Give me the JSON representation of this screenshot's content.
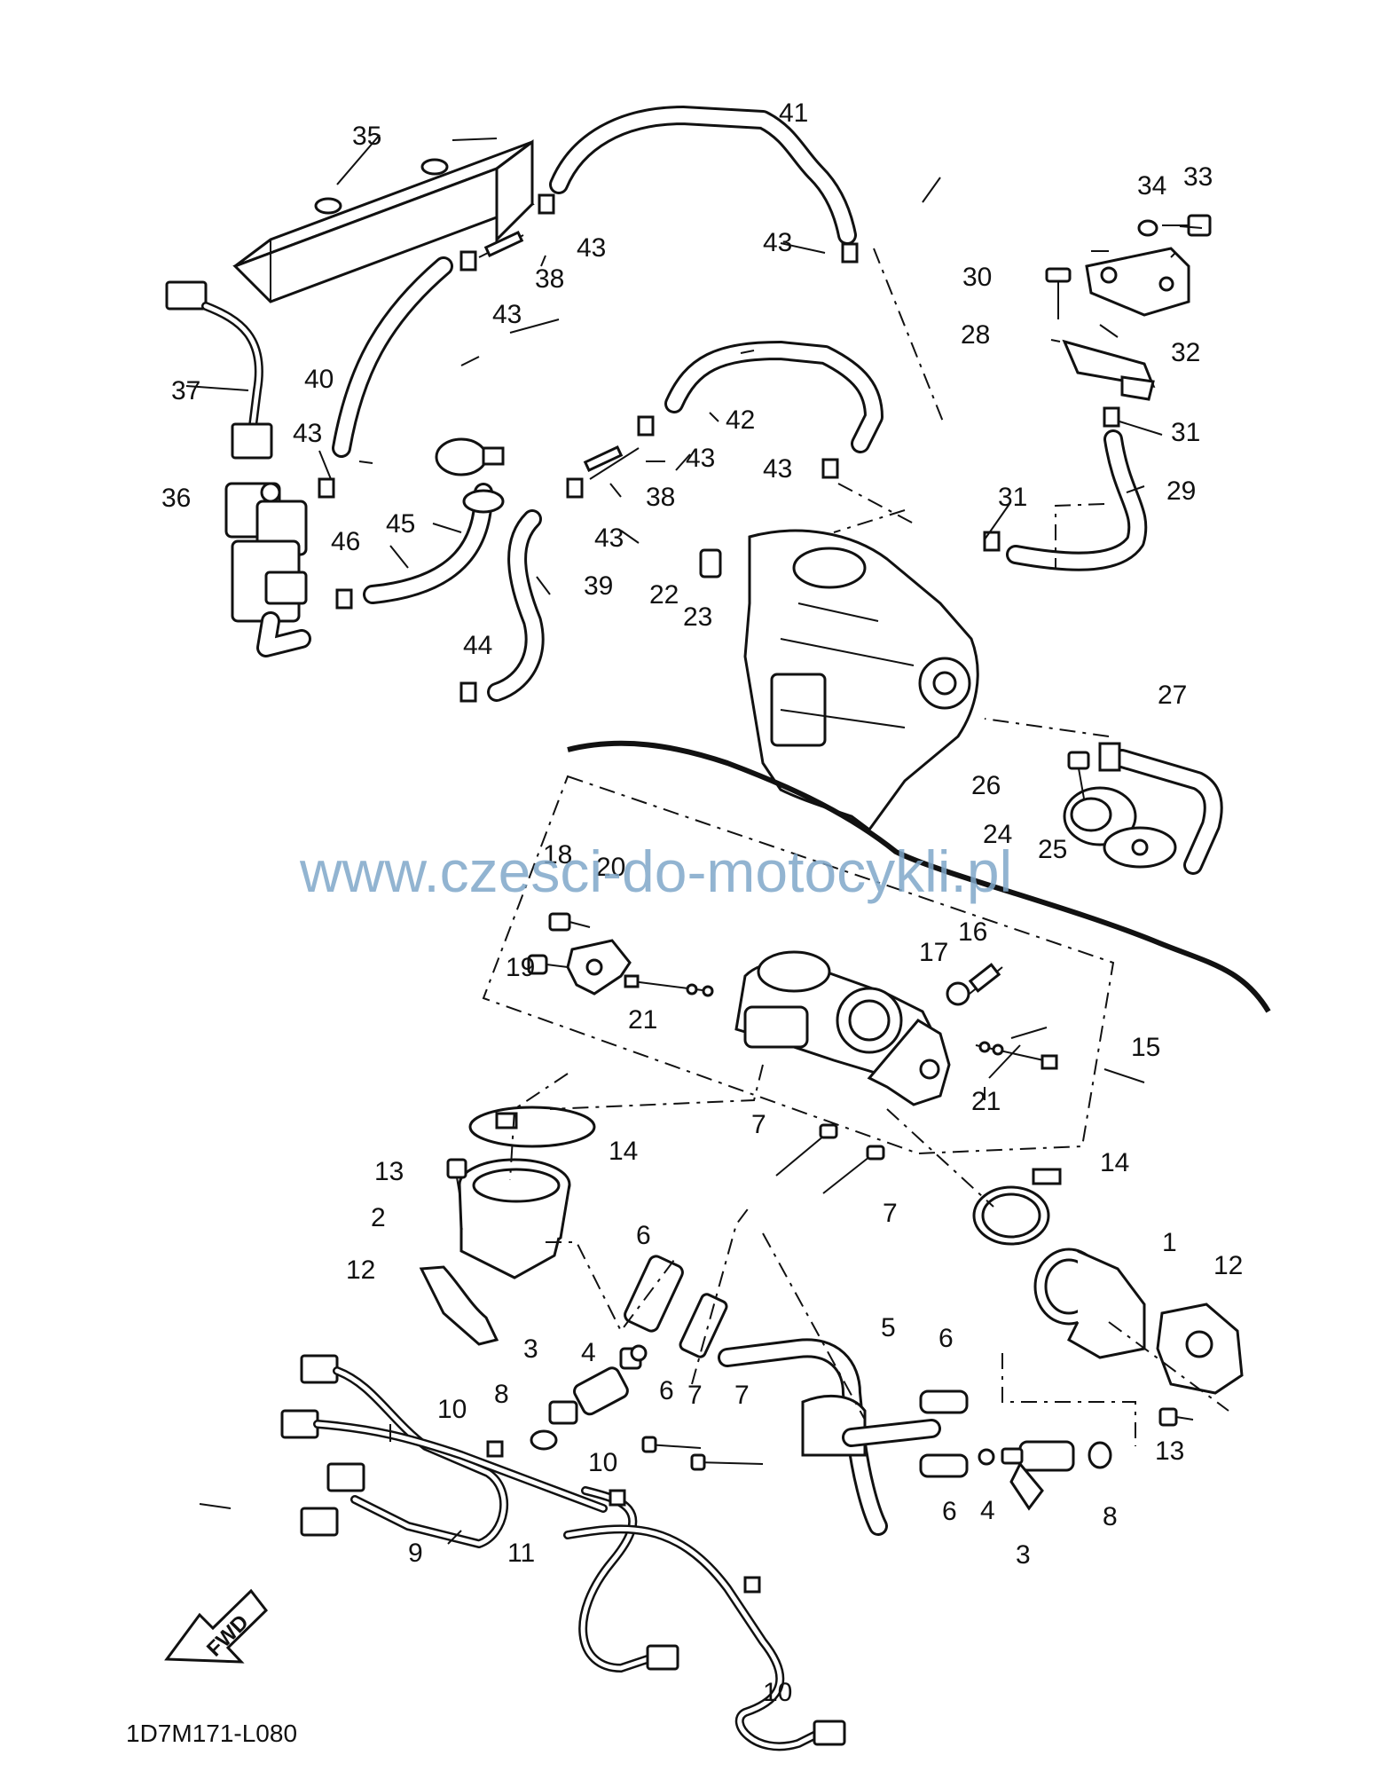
{
  "diagram_code": "1D7M171-L080",
  "watermark": "www.czesci-do-motocykli.pl",
  "fwd_label": "FWD",
  "colors": {
    "ink": "#111111",
    "watermark": "#7fa7c9",
    "background": "#ffffff"
  },
  "callouts": [
    "1",
    "2",
    "3",
    "3",
    "4",
    "4",
    "5",
    "6",
    "6",
    "6",
    "6",
    "7",
    "7",
    "7",
    "7",
    "8",
    "8",
    "9",
    "10",
    "10",
    "10",
    "11",
    "12",
    "12",
    "13",
    "13",
    "14",
    "14",
    "15",
    "16",
    "17",
    "18",
    "19",
    "20",
    "21",
    "21",
    "22",
    "23",
    "24",
    "25",
    "26",
    "27",
    "28",
    "29",
    "30",
    "31",
    "31",
    "32",
    "33",
    "34",
    "35",
    "36",
    "37",
    "38",
    "38",
    "39",
    "40",
    "41",
    "42",
    "43",
    "43",
    "43",
    "43",
    "43",
    "43",
    "43",
    "44",
    "45",
    "46"
  ]
}
